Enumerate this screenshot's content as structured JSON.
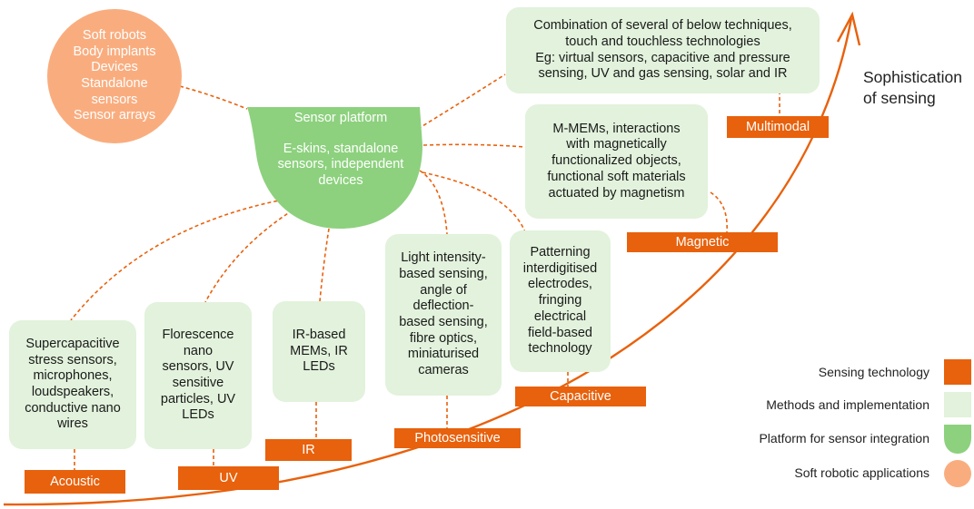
{
  "applications": "Soft robots\nBody implants\nDevices\nStandalone\nsensors\nSensor arrays",
  "platform": {
    "title": "Sensor platform",
    "body": "E-skins, standalone\nsensors, independent\ndevices"
  },
  "axis_label": "Sophistication\nof sensing",
  "techniques": [
    {
      "tag": "Acoustic",
      "method": "Supercapacitive\nstress sensors,\nmicrophones,\nloudspeakers,\nconductive nano\nwires"
    },
    {
      "tag": "UV",
      "method": "Florescence\nnano\nsensors, UV\nsensitive\nparticles, UV\nLEDs"
    },
    {
      "tag": "IR",
      "method": "IR-based\nMEMs, IR\nLEDs"
    },
    {
      "tag": "Photosensitive",
      "method": "Light intensity-\nbased sensing,\nangle of\ndeflection-\nbased sensing,\nfibre optics,\nminiaturised\ncameras"
    },
    {
      "tag": "Capacitive",
      "method": "Patterning\ninterdigitised\nelectrodes,\nfringing\nelectrical\nfield-based\ntechnology"
    },
    {
      "tag": "Magnetic",
      "method": "M-MEMs, interactions\nwith magnetically\nfunctionalized objects,\nfunctional soft materials\nactuated by magnetism"
    },
    {
      "tag": "Multimodal",
      "method": "Combination of several of below techniques,\ntouch and touchless technologies\nEg: virtual sensors, capacitive and pressure\nsensing, UV and gas sensing, solar and IR"
    }
  ],
  "legend": [
    {
      "label": "Sensing technology"
    },
    {
      "label": "Methods and implementation"
    },
    {
      "label": "Platform for sensor integration"
    },
    {
      "label": "Soft robotic applications"
    }
  ],
  "colors": {
    "sensing_technology": "#e8610c",
    "methods": "#e2f2dc",
    "platform": "#8dd17e",
    "applications": "#f9ad7f",
    "connector": "#e8610c",
    "axis": "#e8610c"
  }
}
